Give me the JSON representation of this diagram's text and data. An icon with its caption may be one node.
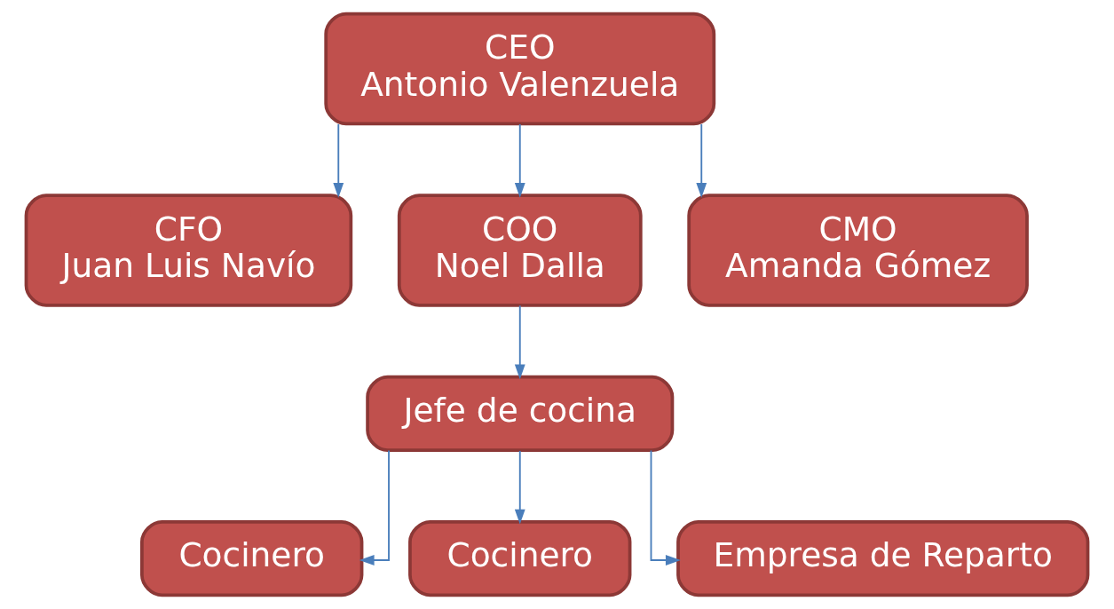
{
  "diagram": {
    "nodes": [
      {
        "text": [
          "CEO",
          "Antonio Valenzuela"
        ]
      },
      {
        "text": [
          "CFO",
          "Juan Luis Navío"
        ]
      },
      {
        "text": [
          "COO",
          "Noel Dalla"
        ]
      },
      {
        "text": [
          "CMO",
          "Amanda Gómez"
        ]
      },
      {
        "text": [
          "Jefe de cocina"
        ]
      },
      {
        "text": [
          "Cocinero"
        ]
      },
      {
        "text": [
          "Cocinero"
        ]
      },
      {
        "text": [
          "Empresa de Reparto"
        ]
      }
    ],
    "edges": [
      {
        "from": 0,
        "to": 1,
        "arrow": "to"
      },
      {
        "from": 0,
        "to": 2,
        "arrow": "to"
      },
      {
        "from": 0,
        "to": 3,
        "arrow": "to"
      },
      {
        "from": 2,
        "to": 4,
        "arrow": "to"
      },
      {
        "from": 4,
        "to": 5,
        "arrow": "to"
      },
      {
        "from": 4,
        "to": 6,
        "arrow": "to"
      },
      {
        "from": 4,
        "to": 7,
        "arrow": "to"
      }
    ]
  }
}
